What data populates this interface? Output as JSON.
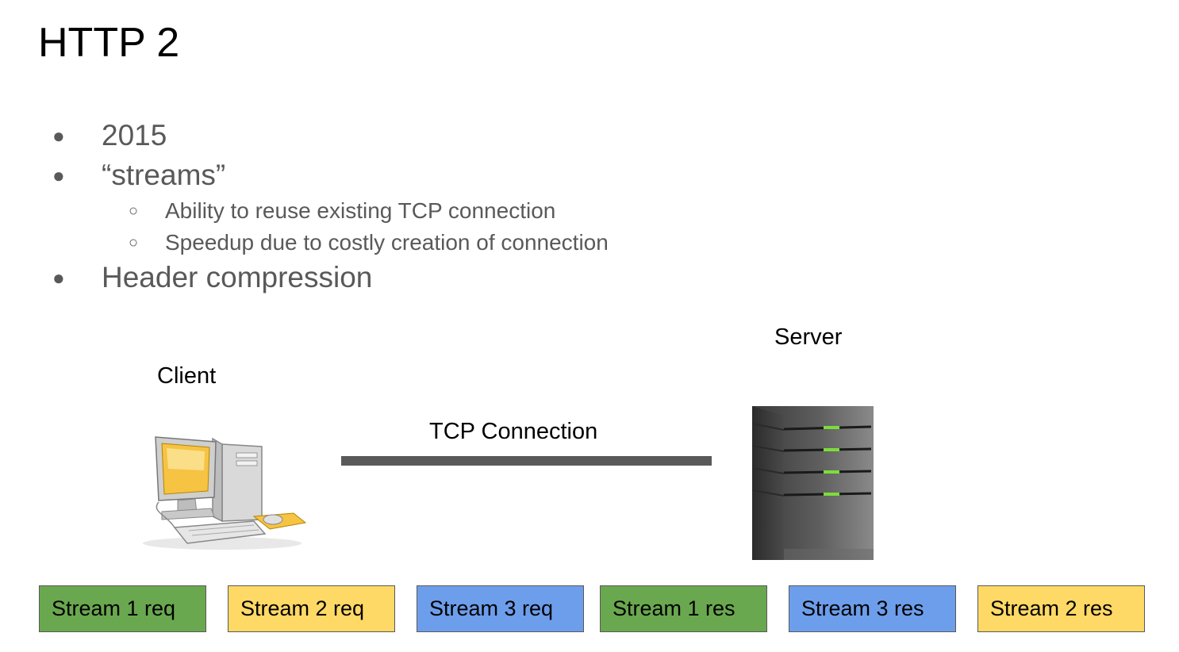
{
  "slide": {
    "title": "HTTP 2",
    "bullets": [
      {
        "level": 1,
        "text": "2015"
      },
      {
        "level": 1,
        "text": "“streams”"
      },
      {
        "level": 2,
        "text": "Ability to reuse existing TCP connection"
      },
      {
        "level": 2,
        "text": "Speedup due to costly creation of connection"
      },
      {
        "level": 1,
        "text": "Header compression"
      }
    ]
  },
  "diagram": {
    "client_label": "Client",
    "server_label": "Server",
    "connection_label": "TCP Connection",
    "icons": {
      "client": "desktop-computer-icon",
      "server": "server-tower-icon"
    },
    "streams": [
      {
        "label": "Stream 1 req",
        "color": "#6aa84f"
      },
      {
        "label": "Stream 2 req",
        "color": "#ffd966"
      },
      {
        "label": "Stream 3 req",
        "color": "#6d9eeb"
      },
      {
        "label": "Stream 1 res",
        "color": "#6aa84f"
      },
      {
        "label": "Stream 3 res",
        "color": "#6d9eeb"
      },
      {
        "label": "Stream 2 res",
        "color": "#ffd966"
      }
    ]
  }
}
